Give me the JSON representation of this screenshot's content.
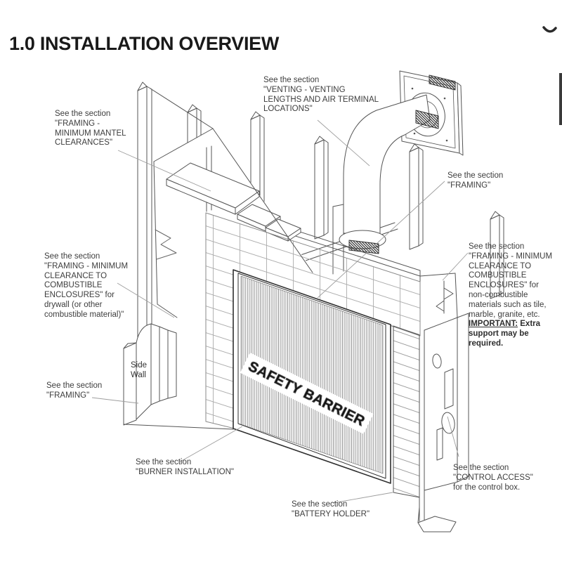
{
  "page": {
    "title": "1.0 INSTALLATION OVERVIEW"
  },
  "callouts": {
    "mantel": "See the section\n\"FRAMING -\nMINIMUM MANTEL\nCLEARANCES\"",
    "venting": "See the section\n\"VENTING - VENTING\nLENGTHS AND AIR TERMINAL\nLOCATIONS\"",
    "framing_right": "See the section\n\"FRAMING\"",
    "clearance_right_main": "See the section\n\"FRAMING - MINIMUM\nCLEARANCE TO\nCOMBUSTIBLE\nENCLOSURES\" for\nnon-combustible\nmaterials such as tile,\nmarble, granite, etc.",
    "clearance_right_important": "IMPORTANT:",
    "clearance_right_bold": " Extra\nsupport may be\nrequired.",
    "clearance_left": "See the section\n\"FRAMING - MINIMUM\nCLEARANCE TO\nCOMBUSTIBLE\nENCLOSURES\" for\ndrywall (or other\ncombustible material)\"",
    "framing_left": "See the section\n\"FRAMING\"",
    "burner": "See the section\n\"BURNER INSTALLATION\"",
    "battery": "See the section\n\"BATTERY HOLDER\"",
    "control": "See the section\n\"CONTROL ACCESS\"\nfor the control box.",
    "side_wall": "Side\nWall"
  },
  "diagram": {
    "safety_barrier_label": "SAFETY BARRIER"
  }
}
